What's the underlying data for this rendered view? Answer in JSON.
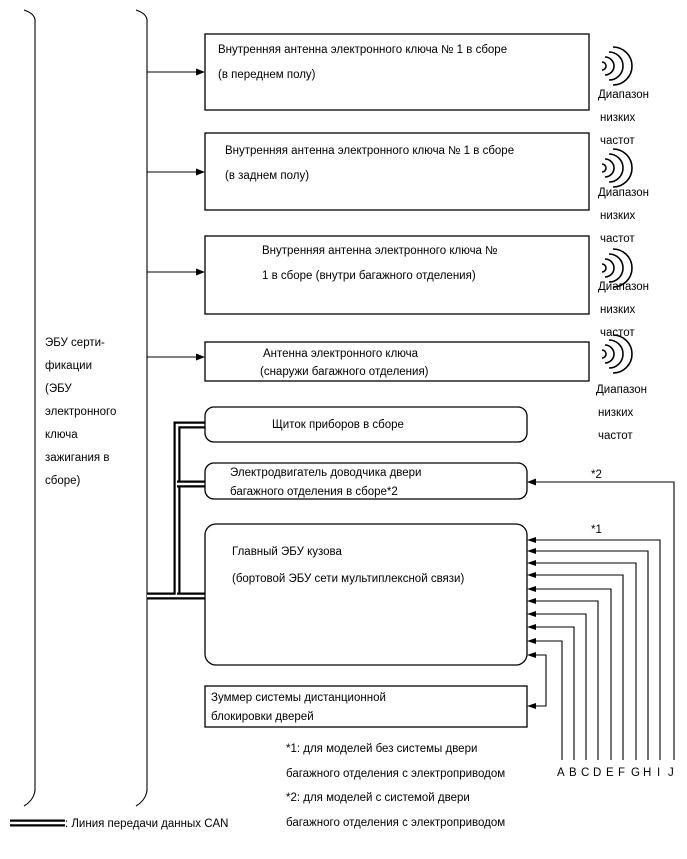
{
  "ecu": {
    "label_lines": [
      "ЭБУ серти-",
      "фикации",
      "(ЭБУ",
      "электронного",
      "ключа",
      "зажигания в",
      "сборе)"
    ]
  },
  "antennas": [
    {
      "lines": [
        "Внутренняя антенна электронного ключа № 1 в сборе",
        "(в переднем полу)"
      ]
    },
    {
      "lines": [
        "Внутренняя антенна электронного ключа № 1 в сборе",
        "(в заднем полу)"
      ]
    },
    {
      "lines": [
        "Внутренняя антенна электронного ключа №",
        "1 в сборе (внутри багажного отделения)"
      ]
    },
    {
      "lines": [
        "Антенна электронного ключа",
        "(снаружи багажного отделения)"
      ]
    }
  ],
  "lf_label": [
    "Диапазон",
    "низких",
    "частот"
  ],
  "meter": {
    "label": "Щиток приборов в сборе"
  },
  "closer": {
    "lines": [
      "Электродвигатель доводчика двери",
      "багажного отделения в сборе*2"
    ]
  },
  "main_body": {
    "lines": [
      "Главный ЭБУ кузова",
      "(бортовой ЭБУ сети мультиплексной связи)"
    ]
  },
  "buzzer": {
    "lines": [
      "Зуммер системы дистанционной",
      "блокировки дверей"
    ]
  },
  "markers": {
    "star1": "*1",
    "star2": "*2"
  },
  "connectors": [
    "A",
    "B",
    "C",
    "D",
    "E",
    "F",
    "G",
    "H",
    "I",
    "J"
  ],
  "notes": [
    "*1: для моделей без системы двери",
    "багажного отделения с электроприводом",
    "*2: для моделей с системой двери",
    "багажного отделения с электроприводом"
  ],
  "legend": {
    "label": ": Линия передачи данных CAN"
  }
}
